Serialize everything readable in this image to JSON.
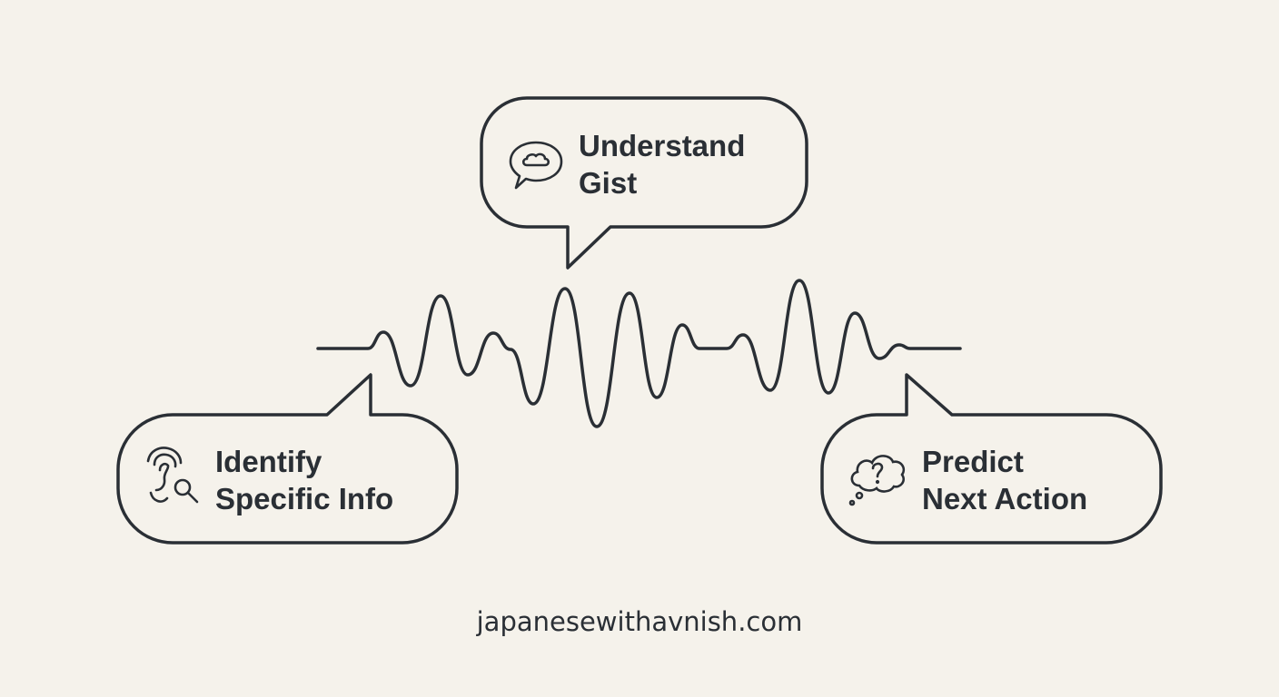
{
  "colors": {
    "background": "#f5f2eb",
    "stroke": "#2a2f35"
  },
  "bubbles": {
    "top": {
      "line1": "Understand",
      "line2": "Gist",
      "icon": "speech-bubble-cloud-icon"
    },
    "left": {
      "line1": "Identify",
      "line2": "Specific Info",
      "icon": "ear-magnifier-icon"
    },
    "right": {
      "line1": "Predict",
      "line2": "Next Action",
      "icon": "thought-cloud-question-icon"
    }
  },
  "footer": {
    "text": "japanesewithavnish.com"
  }
}
